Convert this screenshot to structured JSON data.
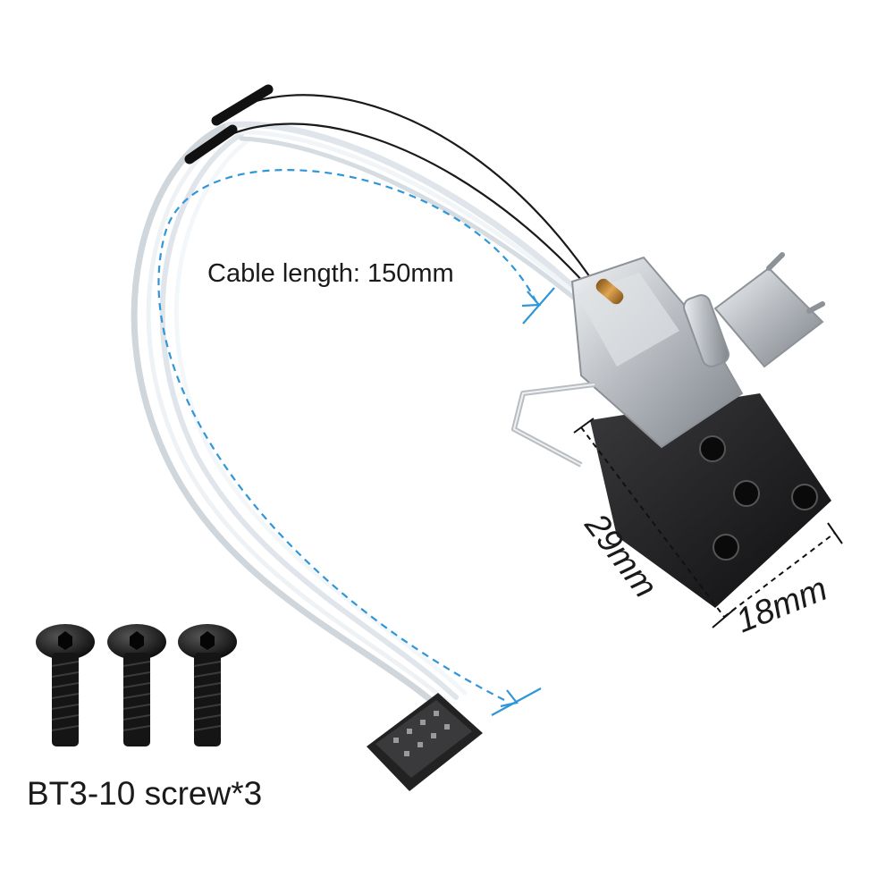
{
  "annotations": {
    "cable_length": "Cable length: 150mm",
    "length_29": "29mm",
    "width_18": "18mm",
    "screws": "BT3-10 screw*3"
  },
  "colors": {
    "dimension_arrow": "#2f96d8",
    "base_plate": "#1d1d1f",
    "metal": "#c9ccd0",
    "cable": "#e8edf1",
    "screw": "#151515"
  },
  "icons": {
    "screw": "hex-socket-button-head-screw",
    "connector": "multi-pin-board-connector",
    "sensor": "filament-runout-sensor-clip"
  }
}
